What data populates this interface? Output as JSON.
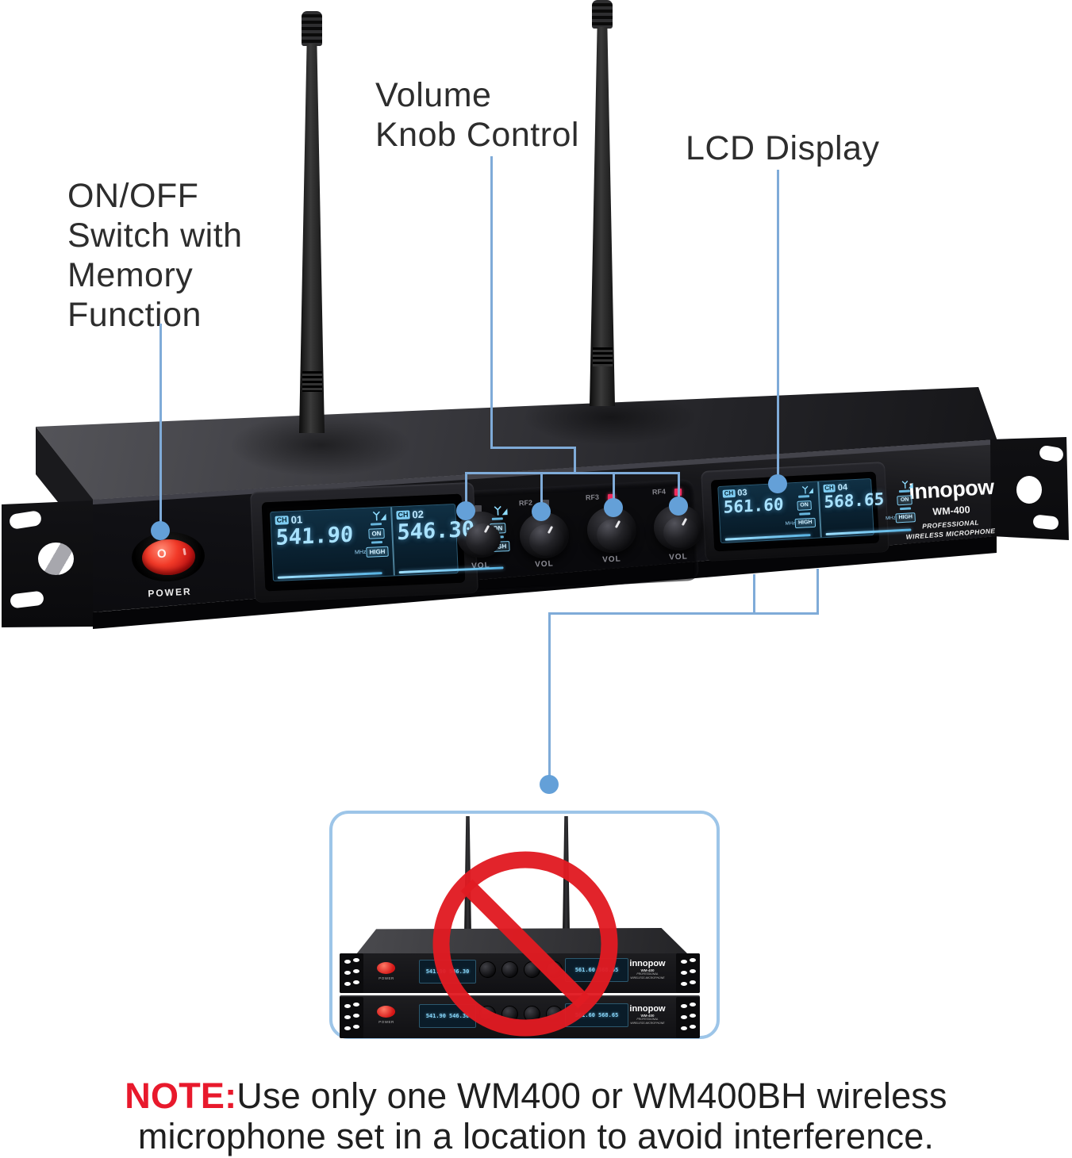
{
  "annotations": {
    "power": {
      "line1": "ON/OFF",
      "line2": "Switch with",
      "line3": "Memory",
      "line4": "Function"
    },
    "volume": {
      "line1": "Volume",
      "line2": "Knob Control"
    },
    "lcd": {
      "label": "LCD Display"
    }
  },
  "device": {
    "brand": "innopow",
    "model": "WM-400",
    "tagline1": "PROFESSIONAL",
    "tagline2": "WIRELESS MICROPHONE",
    "power_label": "POWER",
    "power_symbol": "O",
    "lcd_left": {
      "channels": [
        {
          "ch_tag": "CH",
          "num": "01",
          "freq": "541.90",
          "unit": "MHz",
          "status_top": "ON",
          "status_bottom": "HIGH"
        },
        {
          "ch_tag": "CH",
          "num": "02",
          "freq": "546.30",
          "unit": "MHz",
          "status_top": "ON",
          "status_bottom": "HIGH"
        }
      ]
    },
    "lcd_right": {
      "channels": [
        {
          "ch_tag": "CH",
          "num": "03",
          "freq": "561.60",
          "unit": "MHz",
          "status_top": "ON",
          "status_bottom": "HIGH"
        },
        {
          "ch_tag": "CH",
          "num": "04",
          "freq": "568.65",
          "unit": "MHz",
          "status_top": "ON",
          "status_bottom": "HIGH"
        }
      ]
    },
    "knobs": [
      {
        "rf": "",
        "vol": "VOL"
      },
      {
        "rf": "RF2",
        "vol": "VOL"
      },
      {
        "rf": "RF3",
        "vol": "VOL"
      },
      {
        "rf": "RF4",
        "vol": "VOL"
      }
    ]
  },
  "inset": {
    "units": [
      {
        "brand": "innopow",
        "model": "WM-400",
        "power": "POWER",
        "freqs_left": [
          "541.90",
          "546.30"
        ],
        "freqs_right": [
          "561.60",
          "568.65"
        ],
        "tagline1": "PROFESSIONAL",
        "tagline2": "WIRELESS MICROPHONE"
      },
      {
        "brand": "innopow",
        "model": "WM-400",
        "power": "POWER",
        "freqs_left": [
          "541.90",
          "546.30"
        ],
        "freqs_right": [
          "561.60",
          "568.65"
        ],
        "tagline1": "PROFESSIONAL",
        "tagline2": "WIRELESS MICROPHONE"
      }
    ]
  },
  "note": {
    "prefix": "NOTE:",
    "line1": "Use only one WM400 or WM400BH wireless",
    "line2": "microphone set in a location to avoid interference."
  },
  "colors": {
    "callout_blue": "#7fabd8",
    "dot_blue": "#64a0d8",
    "prohibition_red": "#e11b22",
    "note_red": "#e8192c",
    "lcd_cyan": "#a8e2ff",
    "power_red": "#d41515"
  }
}
